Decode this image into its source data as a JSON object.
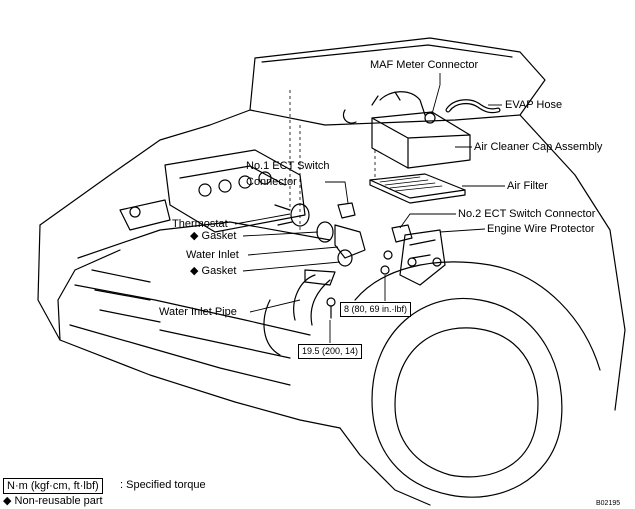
{
  "labels": {
    "maf": "MAF Meter Connector",
    "evap": "EVAP Hose",
    "air_cleaner_cap": "Air Cleaner Cap Assembly",
    "air_filter": "Air Filter",
    "ect1_line1": "No.1 ECT Switch",
    "ect1_line2": "Connector",
    "ect2": "No.2 ECT Switch Connector",
    "engine_wire_protector": "Engine Wire Protector",
    "thermostat": "Thermostat",
    "gasket_upper": "Gasket",
    "water_inlet": "Water Inlet",
    "gasket_lower": "Gasket",
    "water_inlet_pipe": "Water Inlet Pipe"
  },
  "torque": {
    "upper": "8 (80, 69 in.·lbf)",
    "lower": "19.5 (200, 14)"
  },
  "legend": {
    "unit": "N·m (kgf·cm, ft·lbf)",
    "unit_desc": ": Specified torque",
    "nonreusable_symbol": "◆",
    "nonreusable_desc": "Non-reusable part"
  },
  "figure_code": "B02195"
}
